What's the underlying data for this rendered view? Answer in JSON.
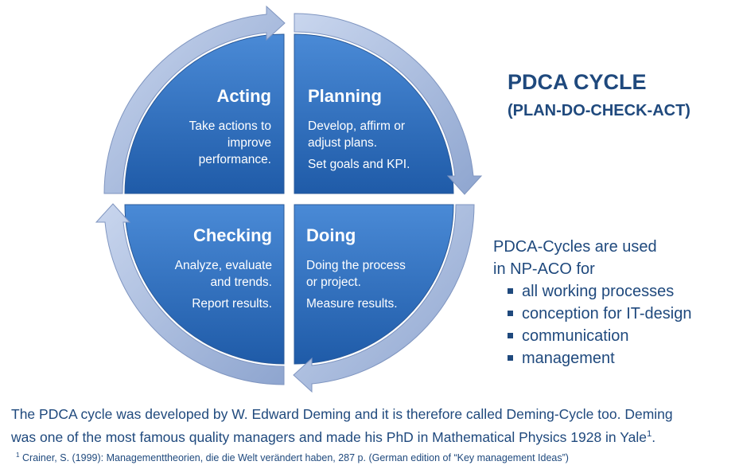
{
  "title": "PDCA CYCLE",
  "subtitle": "(PLAN-DO-CHECK-ACT)",
  "quadrants": {
    "acting": {
      "title": "Acting",
      "lines": [
        "Take actions to",
        "improve",
        "performance."
      ]
    },
    "planning": {
      "title": "Planning",
      "lines": [
        "Develop, affirm or",
        "adjust plans."
      ],
      "extra": "Set goals and KPI."
    },
    "checking": {
      "title": "Checking",
      "lines": [
        "Analyze, evaluate",
        "and trends."
      ],
      "extra": "Report results."
    },
    "doing": {
      "title": "Doing",
      "lines": [
        "Doing the process",
        "or project."
      ],
      "extra": "Measure results."
    }
  },
  "usage": {
    "intro1": "PDCA-Cycles are used",
    "intro2": "in NP-ACO for",
    "items": [
      "all working processes",
      "conception for IT-design",
      "communication",
      "management"
    ]
  },
  "footer": {
    "text1": "The PDCA cycle was developed by W. Edward Deming and it is therefore called Deming-Cycle too. Deming",
    "text2": "was one of the most famous quality managers and made his PhD in Mathematical Physics 1928 in Yale",
    "sup": "1",
    "end": "."
  },
  "footnote": {
    "mark": "1",
    "text": "Crainer, S. (1999): Managementtheorien, die die Welt verändert haben, 287 p. (German edition of “Key management Ideas”)"
  },
  "colors": {
    "quadrant_top": "#4a8ad6",
    "quadrant_bottom": "#1f5ba8",
    "ring": "#a9bde0",
    "text": "#1f497d"
  }
}
